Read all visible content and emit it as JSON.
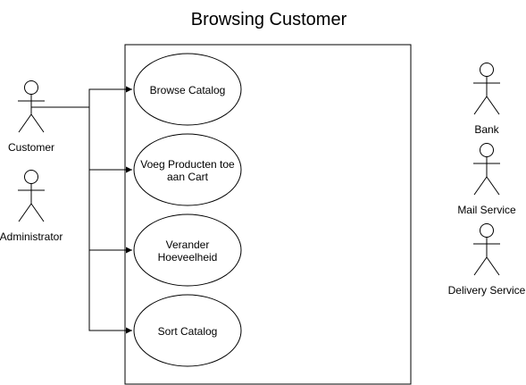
{
  "diagram": {
    "title": "Browsing Customer",
    "actors": {
      "customer": "Customer",
      "administrator": "Administrator",
      "bank": "Bank",
      "mail_service": "Mail Service",
      "delivery_service": "Delivery Service"
    },
    "use_cases": {
      "browse": [
        "Browse Catalog"
      ],
      "add_to_cart": [
        "Voeg Producten toe",
        "aan Cart"
      ],
      "change_quantity": [
        "Verander",
        "Hoeveelheid"
      ],
      "sort": [
        "Sort Catalog"
      ]
    },
    "colors": {
      "stroke": "#000000",
      "fill": "#ffffff",
      "text": "#000000"
    }
  }
}
